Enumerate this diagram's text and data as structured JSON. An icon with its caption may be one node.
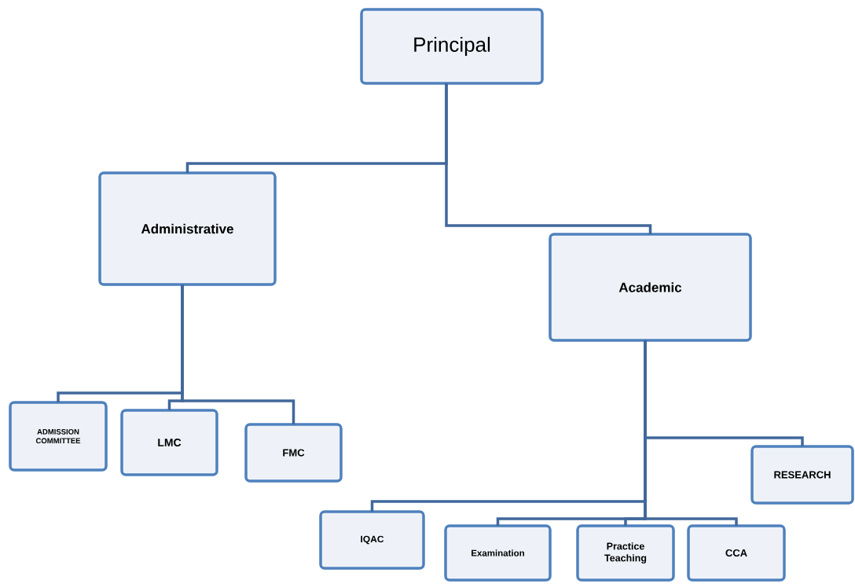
{
  "diagram": {
    "nodes": [
      {
        "text": [
          "Principal"
        ]
      },
      {
        "text": [
          "Administrative"
        ]
      },
      {
        "text": [
          "Academic"
        ]
      },
      {
        "text": [
          "ADMISSION COMMITTEE"
        ]
      },
      {
        "text": [
          "LMC"
        ]
      },
      {
        "text": [
          "FMC"
        ]
      },
      {
        "text": [
          "RESEARCH"
        ]
      },
      {
        "text": [
          "IQAC"
        ]
      },
      {
        "text": [
          "Examination"
        ]
      },
      {
        "text": [
          "Practice Teaching"
        ]
      },
      {
        "text": [
          "CCA"
        ]
      }
    ],
    "edges": [
      {
        "from": 0,
        "to": 1,
        "arrow": "none"
      },
      {
        "from": 0,
        "to": 2,
        "arrow": "none"
      },
      {
        "from": 1,
        "to": 3,
        "arrow": "none"
      },
      {
        "from": 1,
        "to": 4,
        "arrow": "none"
      },
      {
        "from": 1,
        "to": 5,
        "arrow": "none"
      },
      {
        "from": 2,
        "to": 6,
        "arrow": "none"
      },
      {
        "from": 2,
        "to": 7,
        "arrow": "none"
      },
      {
        "from": 2,
        "to": 8,
        "arrow": "none"
      },
      {
        "from": 2,
        "to": 9,
        "arrow": "none"
      },
      {
        "from": 2,
        "to": 10,
        "arrow": "none"
      }
    ]
  }
}
